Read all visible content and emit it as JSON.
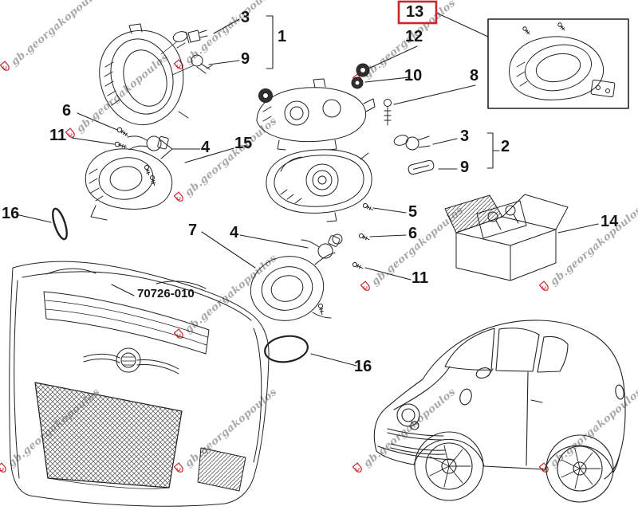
{
  "watermark": {
    "text": "gb.georgakopoulos",
    "text_color": "#a9a9a9",
    "logo_color": "#c9252b"
  },
  "part_number": {
    "label": "70726-010"
  },
  "highlight": {
    "callout": "13",
    "box_color": "#c9252b"
  },
  "callouts": [
    {
      "label": "3"
    },
    {
      "label": "1"
    },
    {
      "label": "9"
    },
    {
      "label": "13"
    },
    {
      "label": "12"
    },
    {
      "label": "10"
    },
    {
      "label": "8"
    },
    {
      "label": "6"
    },
    {
      "label": "11"
    },
    {
      "label": "4"
    },
    {
      "label": "15"
    },
    {
      "label": "3"
    },
    {
      "label": "2"
    },
    {
      "label": "9"
    },
    {
      "label": "16"
    },
    {
      "label": "5"
    },
    {
      "label": "6"
    },
    {
      "label": "7"
    },
    {
      "label": "4"
    },
    {
      "label": "11"
    },
    {
      "label": "14"
    },
    {
      "label": "16"
    }
  ]
}
